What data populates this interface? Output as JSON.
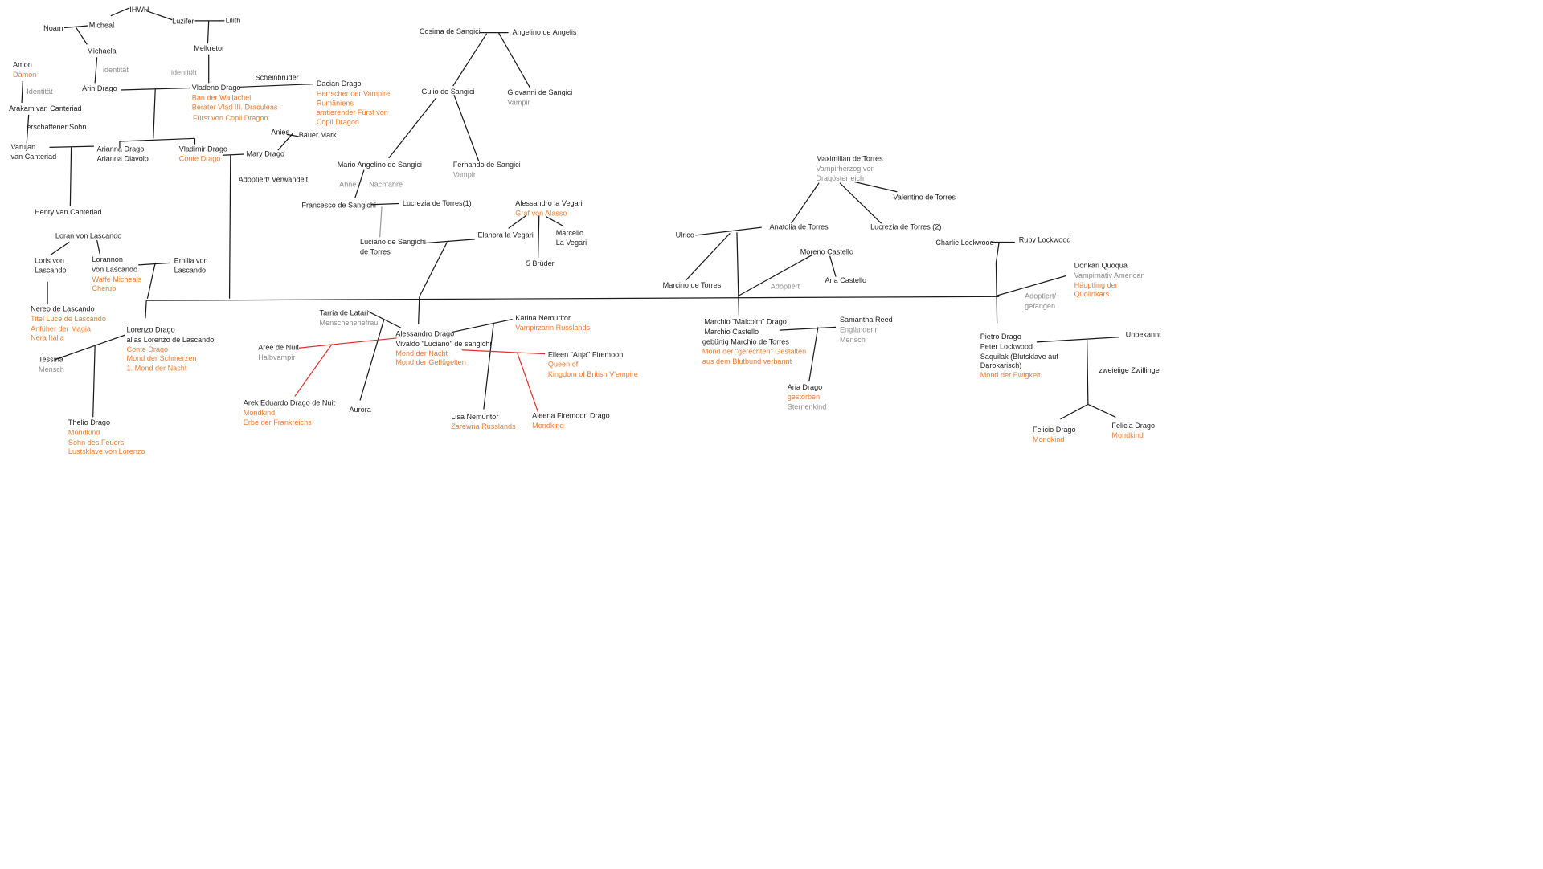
{
  "title": "Stammbaum",
  "colors": {
    "name": "#222222",
    "title": "#ed7d31",
    "note": "#8c8c8c",
    "relation_line": "#1a1a1a",
    "red_line": "#e0302e"
  },
  "nodes": [
    {
      "id": "ihwh",
      "lines": [
        {
          "text": "IHWH",
          "s": "n"
        }
      ]
    },
    {
      "id": "micheal",
      "lines": [
        {
          "text": "Micheal",
          "s": "n"
        }
      ]
    },
    {
      "id": "noam",
      "lines": [
        {
          "text": "Noam",
          "s": "n"
        }
      ]
    },
    {
      "id": "luzifer",
      "lines": [
        {
          "text": "Luzifer",
          "s": "n"
        }
      ]
    },
    {
      "id": "lilith",
      "lines": [
        {
          "text": "Lilith",
          "s": "n"
        }
      ]
    },
    {
      "id": "michaela",
      "lines": [
        {
          "text": "Michaela",
          "s": "n"
        }
      ]
    },
    {
      "id": "melkretor",
      "lines": [
        {
          "text": "Melkretor",
          "s": "n"
        }
      ]
    },
    {
      "id": "amon",
      "lines": [
        {
          "text": "Amon",
          "s": "n"
        },
        {
          "text": "Dämon",
          "s": "o"
        }
      ]
    },
    {
      "id": "identitaet1",
      "lines": [
        {
          "text": "identität",
          "s": "g"
        }
      ]
    },
    {
      "id": "identitaet2",
      "lines": [
        {
          "text": "identität",
          "s": "g"
        }
      ]
    },
    {
      "id": "identitaet3",
      "lines": [
        {
          "text": "Identität",
          "s": "g"
        }
      ]
    },
    {
      "id": "arin",
      "lines": [
        {
          "text": "Arin Drago",
          "s": "n"
        }
      ]
    },
    {
      "id": "vladeno",
      "lines": [
        {
          "text": "Vladeno Drago",
          "s": "n"
        },
        {
          "text": "Ban der Wallachei",
          "s": "o"
        },
        {
          "text": "Berater Vlad III. Draculeas",
          "s": "o"
        }
      ]
    },
    {
      "id": "vladeno_fuerst",
      "lines": [
        {
          "text": "Fürst von Copil Dragon",
          "s": "o"
        }
      ]
    },
    {
      "id": "scheinbruder",
      "lines": [
        {
          "text": "Scheinbruder",
          "s": "n"
        }
      ]
    },
    {
      "id": "dacian",
      "lines": [
        {
          "text": "Dacian Drago",
          "s": "n"
        },
        {
          "text": "Herrscher der Vampire",
          "s": "o"
        },
        {
          "text": "Rumäniens",
          "s": "o"
        },
        {
          "text": "amtierender Fürst von",
          "s": "o"
        },
        {
          "text": "Copil Dragon",
          "s": "o"
        }
      ]
    },
    {
      "id": "arakam",
      "lines": [
        {
          "text": "Arakam van Canteriad",
          "s": "n"
        }
      ]
    },
    {
      "id": "erschaffener",
      "lines": [
        {
          "text": "erschaffener Sohn",
          "s": "n"
        }
      ]
    },
    {
      "id": "varujan",
      "lines": [
        {
          "text": "Varujan",
          "s": "n"
        },
        {
          "text": " van Canteriad",
          "s": "n"
        }
      ]
    },
    {
      "id": "arianna",
      "lines": [
        {
          "text": "Arianna Drago",
          "s": "n"
        },
        {
          "text": "Arianna Diavolo",
          "s": "n"
        }
      ]
    },
    {
      "id": "vladimir",
      "lines": [
        {
          "text": "Vladimir Drago",
          "s": "n"
        },
        {
          "text": "Conte Drago",
          "s": "o"
        }
      ]
    },
    {
      "id": "anies",
      "lines": [
        {
          "text": "Anies",
          "s": "n"
        }
      ]
    },
    {
      "id": "bauer",
      "lines": [
        {
          "text": "Bauer Mark",
          "s": "n"
        }
      ]
    },
    {
      "id": "mary",
      "lines": [
        {
          "text": "Mary Drago",
          "s": "n"
        }
      ]
    },
    {
      "id": "adoptiert_verwandelt",
      "lines": [
        {
          "text": "Adoptiert/ Verwandelt",
          "s": "n"
        }
      ]
    },
    {
      "id": "henry",
      "lines": [
        {
          "text": "Henry van Canteriad",
          "s": "n"
        }
      ]
    },
    {
      "id": "loran",
      "lines": [
        {
          "text": "Loran von Lascando",
          "s": "n"
        }
      ]
    },
    {
      "id": "loris",
      "lines": [
        {
          "text": "Loris von",
          "s": "n"
        },
        {
          "text": "Lascando",
          "s": "n"
        }
      ]
    },
    {
      "id": "lorannon",
      "lines": [
        {
          "text": "Lorannon",
          "s": "n"
        },
        {
          "text": " von Lascando",
          "s": "n"
        },
        {
          "text": "Waffe Micheals",
          "s": "o"
        },
        {
          "text": "Cherub",
          "s": "o"
        }
      ]
    },
    {
      "id": "emilia",
      "lines": [
        {
          "text": "Emilia von",
          "s": "n"
        },
        {
          "text": "Lascando",
          "s": "n"
        }
      ]
    },
    {
      "id": "nereo",
      "lines": [
        {
          "text": "Nereo de Lascando",
          "s": "n"
        },
        {
          "text": "Titel Luce de Lascando",
          "s": "o"
        },
        {
          "text": "Anfüher der Magia",
          "s": "o"
        },
        {
          "text": "Nera Italia",
          "s": "o"
        }
      ]
    },
    {
      "id": "lorenzo",
      "lines": [
        {
          "text": "Lorenzo Drago",
          "s": "n"
        },
        {
          "text": "alias Lorenzo de Lascando",
          "s": "n"
        },
        {
          "text": "Conte Drago",
          "s": "o"
        },
        {
          "text": " Mond der Schmerzen",
          "s": "o"
        },
        {
          "text": "1. Mond der Nacht",
          "s": "o"
        }
      ]
    },
    {
      "id": "tessina",
      "lines": [
        {
          "text": "Tessina",
          "s": "n"
        },
        {
          "text": "Mensch",
          "s": "g"
        }
      ]
    },
    {
      "id": "thelio",
      "lines": [
        {
          "text": "Thelio Drago",
          "s": "n"
        },
        {
          "text": "Mondkind",
          "s": "o"
        },
        {
          "text": "Sohn des Feuers",
          "s": "o"
        },
        {
          "text": "Lustsklave von Lorenzo",
          "s": "o"
        }
      ]
    },
    {
      "id": "cosima",
      "lines": [
        {
          "text": "Cosima de Sangici",
          "s": "n"
        }
      ]
    },
    {
      "id": "angelino",
      "lines": [
        {
          "text": "Angelino de Angelis",
          "s": "n"
        }
      ]
    },
    {
      "id": "gulio",
      "lines": [
        {
          "text": "Gulio de Sangici",
          "s": "n"
        }
      ]
    },
    {
      "id": "giovanni",
      "lines": [
        {
          "text": "Giovanni de Sangici",
          "s": "n"
        },
        {
          "text": "Vampir",
          "s": "g"
        }
      ]
    },
    {
      "id": "mario",
      "lines": [
        {
          "text": "Mario Angelino de Sangici",
          "s": "n"
        }
      ]
    },
    {
      "id": "fernando",
      "lines": [
        {
          "text": "Fernando de Sangici",
          "s": "n"
        },
        {
          "text": "Vampir",
          "s": "g"
        }
      ]
    },
    {
      "id": "ahne",
      "lines": [
        {
          "text": "Ahne",
          "s": "g"
        }
      ]
    },
    {
      "id": "nachfahre",
      "lines": [
        {
          "text": "Nachfahre",
          "s": "g"
        }
      ]
    },
    {
      "id": "francesco",
      "lines": [
        {
          "text": "Francesco de Sangichi",
          "s": "n"
        }
      ]
    },
    {
      "id": "lucrezia1",
      "lines": [
        {
          "text": "Lucrezia de Torres(1)",
          "s": "n"
        }
      ]
    },
    {
      "id": "luciano",
      "lines": [
        {
          "text": "Luciano de Sangichi",
          "s": "n"
        },
        {
          "text": "de Torres",
          "s": "n"
        }
      ]
    },
    {
      "id": "alessandro_vegari",
      "lines": [
        {
          "text": "Alessandro la Vegari",
          "s": "n"
        },
        {
          "text": "Graf von Alasso",
          "s": "o"
        }
      ]
    },
    {
      "id": "elanora",
      "lines": [
        {
          "text": "Elanora la Vegari",
          "s": "n"
        }
      ]
    },
    {
      "id": "marcello",
      "lines": [
        {
          "text": "Marcello",
          "s": "n"
        },
        {
          "text": "La Vegari",
          "s": "n"
        }
      ]
    },
    {
      "id": "brueder",
      "lines": [
        {
          "text": "5 Brüder",
          "s": "n"
        }
      ]
    },
    {
      "id": "tarria",
      "lines": [
        {
          "text": "Tarria de Latari",
          "s": "n"
        },
        {
          "text": "Menschenehefrau",
          "s": "g"
        }
      ]
    },
    {
      "id": "aree",
      "lines": [
        {
          "text": "Arée de Nuit",
          "s": "n"
        },
        {
          "text": "Halbvampir",
          "s": "g"
        }
      ]
    },
    {
      "id": "alessandro_drago",
      "lines": [
        {
          "text": "Alessandro Drago",
          "s": "n"
        },
        {
          "text": "Vivaldo \"Luciano\" de sangichi",
          "s": "n"
        },
        {
          "text": "Mond der Nacht",
          "s": "o"
        },
        {
          "text": "Mond der Geflügelten",
          "s": "o"
        }
      ]
    },
    {
      "id": "karina",
      "lines": [
        {
          "text": "Karina Nemuritor",
          "s": "n"
        },
        {
          "text": "Vampirzarin Russlands",
          "s": "o"
        }
      ]
    },
    {
      "id": "eileen",
      "lines": [
        {
          "text": "Eileen \"Anja\" Firemoon",
          "s": "n"
        },
        {
          "text": "Queen of",
          "s": "o"
        },
        {
          "text": "Kingdom of British V'empire",
          "s": "o"
        }
      ]
    },
    {
      "id": "arek",
      "lines": [
        {
          "text": "Arek Eduardo Drago de Nuit",
          "s": "n"
        },
        {
          "text": "Mondkind",
          "s": "o"
        },
        {
          "text": "Erbe der Frankreichs",
          "s": "o"
        }
      ]
    },
    {
      "id": "aurora",
      "lines": [
        {
          "text": "Aurora",
          "s": "n"
        }
      ]
    },
    {
      "id": "lisa",
      "lines": [
        {
          "text": "Lisa Nemuritor",
          "s": "n"
        },
        {
          "text": "Zarewna Russlands",
          "s": "o"
        }
      ]
    },
    {
      "id": "aleena",
      "lines": [
        {
          "text": "Aleena Firemoon Drago",
          "s": "n"
        },
        {
          "text": "Mondkind",
          "s": "o"
        }
      ]
    },
    {
      "id": "maximilian",
      "lines": [
        {
          "text": "Maximilian de Torres",
          "s": "n"
        },
        {
          "text": "Vampirherzog von",
          "s": "g"
        },
        {
          "text": "Dragösterreich",
          "s": "g"
        }
      ]
    },
    {
      "id": "valentino",
      "lines": [
        {
          "text": "Valentino de Torres",
          "s": "n"
        }
      ]
    },
    {
      "id": "ulrico",
      "lines": [
        {
          "text": "Ulrico",
          "s": "n"
        }
      ]
    },
    {
      "id": "anatolia",
      "lines": [
        {
          "text": "Anatolia de Torres",
          "s": "n"
        }
      ]
    },
    {
      "id": "lucrezia2",
      "lines": [
        {
          "text": "Lucrezia de Torres (2)",
          "s": "n"
        }
      ]
    },
    {
      "id": "moreno",
      "lines": [
        {
          "text": "Moreno Castello",
          "s": "n"
        }
      ]
    },
    {
      "id": "aria_castello",
      "lines": [
        {
          "text": "Aria Castello",
          "s": "n"
        }
      ]
    },
    {
      "id": "marcino",
      "lines": [
        {
          "text": "Marcino de Torres",
          "s": "n"
        }
      ]
    },
    {
      "id": "adoptiert",
      "lines": [
        {
          "text": "Adoptiert",
          "s": "g"
        }
      ]
    },
    {
      "id": "charlie",
      "lines": [
        {
          "text": "Charlie Lockwood",
          "s": "n"
        }
      ]
    },
    {
      "id": "ruby",
      "lines": [
        {
          "text": "Ruby Lockwood",
          "s": "n"
        }
      ]
    },
    {
      "id": "donkari",
      "lines": [
        {
          "text": "Donkari Quoqua",
          "s": "n"
        },
        {
          "text": "Vampirnativ American",
          "s": "g"
        },
        {
          "text": "Häuptling der",
          "s": "o"
        },
        {
          "text": "Quolinkars",
          "s": "o"
        }
      ]
    },
    {
      "id": "adoptiert_gefangen",
      "lines": [
        {
          "text": "Adoptiert/",
          "s": "g"
        },
        {
          "text": "gefangen",
          "s": "g"
        }
      ]
    },
    {
      "id": "marchio",
      "lines": [
        {
          "text": "Marchio \"Malcolm\" Drago",
          "s": "n"
        },
        {
          "text": "Marchio Castello",
          "s": "n"
        }
      ]
    },
    {
      "id": "marchio_geb",
      "lines": [
        {
          "text": "gebürtig Marchio de Torres",
          "s": "n"
        },
        {
          "text": "Mond der \"gerechten\" Gestalten",
          "s": "o"
        },
        {
          "text": "aus dem Blutbund verbannt",
          "s": "o"
        }
      ]
    },
    {
      "id": "samantha",
      "lines": [
        {
          "text": "Samantha Reed",
          "s": "n"
        },
        {
          "text": "Engländerin",
          "s": "g"
        },
        {
          "text": "Mensch",
          "s": "g"
        }
      ]
    },
    {
      "id": "aria_drago",
      "lines": [
        {
          "text": "Aria Drago",
          "s": "n"
        },
        {
          "text": "gestorben",
          "s": "o"
        },
        {
          "text": "Sternenkind",
          "s": "g"
        }
      ]
    },
    {
      "id": "pietro",
      "lines": [
        {
          "text": "Pietro Drago",
          "s": "n"
        },
        {
          "text": "Peter Lockwood",
          "s": "n"
        },
        {
          "text": "Saquilak (Blutsklave auf",
          "s": "n"
        },
        {
          "text": "Darokarisch)",
          "s": "n"
        },
        {
          "text": "Mond der Ewigkeit",
          "s": "o"
        }
      ]
    },
    {
      "id": "unbekannt",
      "lines": [
        {
          "text": "Unbekannt",
          "s": "n"
        }
      ]
    },
    {
      "id": "zwillinge",
      "lines": [
        {
          "text": "zweieiige Zwillinge",
          "s": "n"
        }
      ]
    },
    {
      "id": "felicio",
      "lines": [
        {
          "text": "Felicio Drago",
          "s": "n"
        },
        {
          "text": "Mondkind",
          "s": "o"
        }
      ]
    },
    {
      "id": "felicia",
      "lines": [
        {
          "text": "Felicia Drago",
          "s": "n"
        },
        {
          "text": "Mondkind",
          "s": "o"
        }
      ]
    }
  ]
}
